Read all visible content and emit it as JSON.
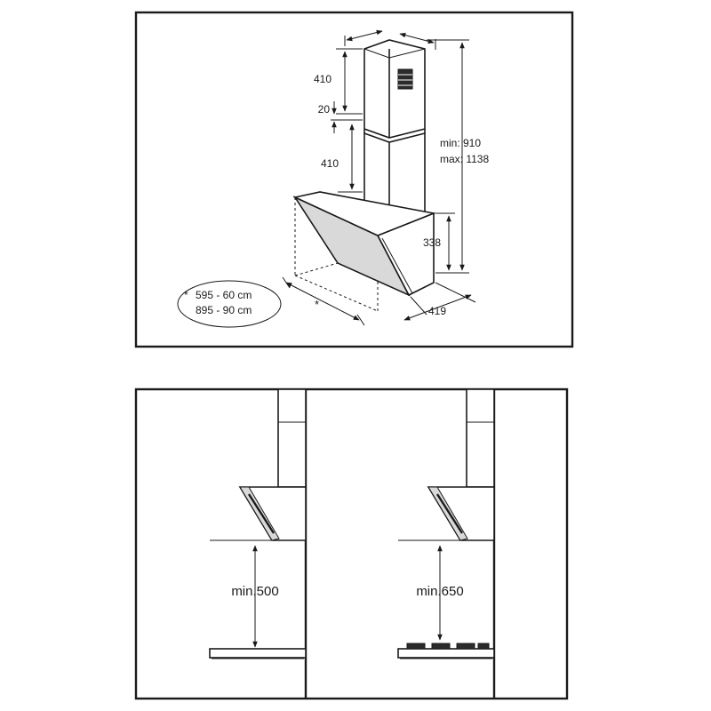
{
  "dimensions": {
    "d410_top": "410",
    "d20": "20",
    "d410_mid": "410",
    "height_range": [
      "min: 910",
      "max: 1138"
    ],
    "d338": "338",
    "d419": "419",
    "asterisk": "*"
  },
  "width_note": {
    "marker": "*",
    "lines": [
      "595 - 60 cm",
      "895 - 90 cm"
    ]
  },
  "clearances": {
    "electric": "min.500",
    "gas": "min.650"
  },
  "colors": {
    "line": "#1a1a1a",
    "panel_fill": "#d9d9d9",
    "dark_fill": "#2b2b2b"
  }
}
